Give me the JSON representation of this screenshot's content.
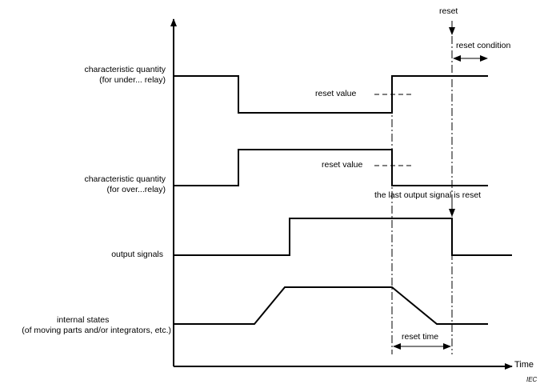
{
  "labels": {
    "under_relay_line1": "characteristic quantity",
    "under_relay_line2": "(for under... relay)",
    "over_relay_line1": "characteristic quantity",
    "over_relay_line2": "(for over...relay)",
    "output_signals": "output signals",
    "internal_states_line1": "internal states",
    "internal_states_line2": "(of moving parts and/or integrators, etc.)"
  },
  "annotations": {
    "reset": "reset",
    "reset_condition": "reset condition",
    "reset_value_under": "reset value",
    "reset_value_over": "reset value",
    "last_output_reset": "the last output signal is reset",
    "reset_time": "reset time"
  },
  "axis": {
    "x_label": "Time"
  },
  "watermark": "IEC"
}
